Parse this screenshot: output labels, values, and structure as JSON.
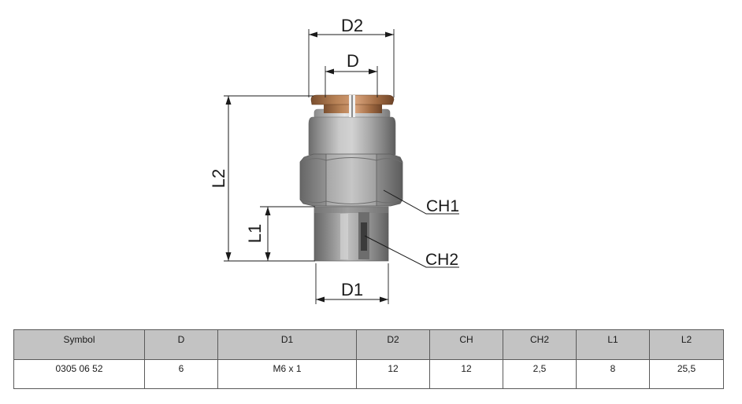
{
  "drawing": {
    "labels": {
      "d2": "D2",
      "d": "D",
      "l2": "L2",
      "l1": "L1",
      "ch1": "CH1",
      "ch2": "CH2",
      "d1": "D1"
    }
  },
  "table": {
    "headers": [
      "Symbol",
      "D",
      "D1",
      "D2",
      "CH",
      "CH2",
      "L1",
      "L2"
    ],
    "rows": [
      [
        "0305 06 52",
        "6",
        "M6 x 1",
        "12",
        "12",
        "2,5",
        "8",
        "25,5"
      ]
    ]
  },
  "colors": {
    "table_header_bg": "#c3c3c3",
    "table_border": "#5a5a5a",
    "collet": "#b88256",
    "body_metal": "#b0b0b0"
  }
}
